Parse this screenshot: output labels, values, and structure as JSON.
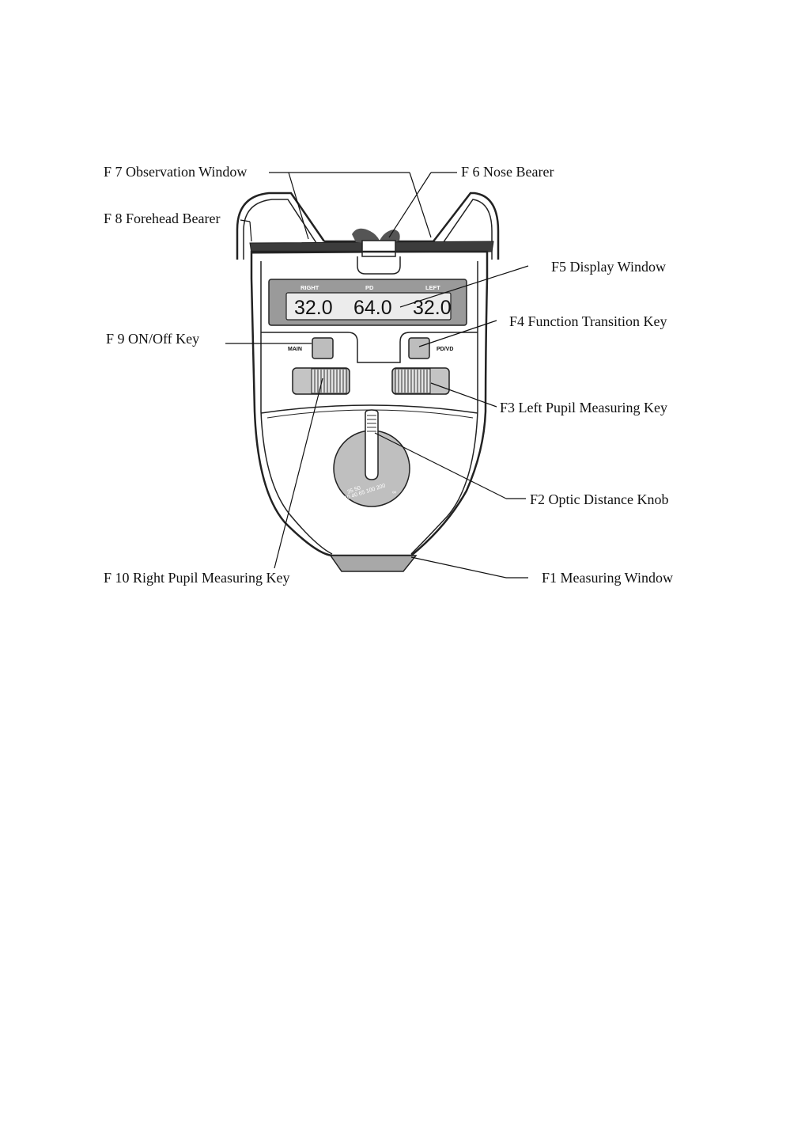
{
  "labels": {
    "f7": "F 7  Observation Window",
    "f6": "F 6  Nose Bearer",
    "f8": "F 8  Forehead Bearer",
    "f5": "F5  Display Window",
    "f9": "F 9  ON/Off Key",
    "f4": "F4  Function Transition Key",
    "f3": "F3  Left Pupil Measuring Key",
    "f2": "F2  Optic Distance Knob",
    "f10": "F 10  Right Pupil Measuring Key",
    "f1": "F1  Measuring Window"
  },
  "display": {
    "header_right": "RIGHT",
    "header_pd": "PD",
    "header_left": "LEFT",
    "value_right": "32.0",
    "value_pd": "64.0",
    "value_left": "32.0"
  },
  "keys": {
    "main_label": "MAIN",
    "pdvd_label": "PD/VD"
  },
  "knob_scale": {
    "line1": "35 50",
    "line2": "30 40 65 100 200",
    "mark": "∞"
  },
  "colors": {
    "body_fill": "#ffffff",
    "lcd_frame": "#9a9a9a",
    "lcd_screen": "#ececec",
    "key_fill": "#bdbdbd",
    "knob_fill": "#bfbfbf",
    "window_fill": "#a8a8a8",
    "nose_fill": "#555555"
  }
}
